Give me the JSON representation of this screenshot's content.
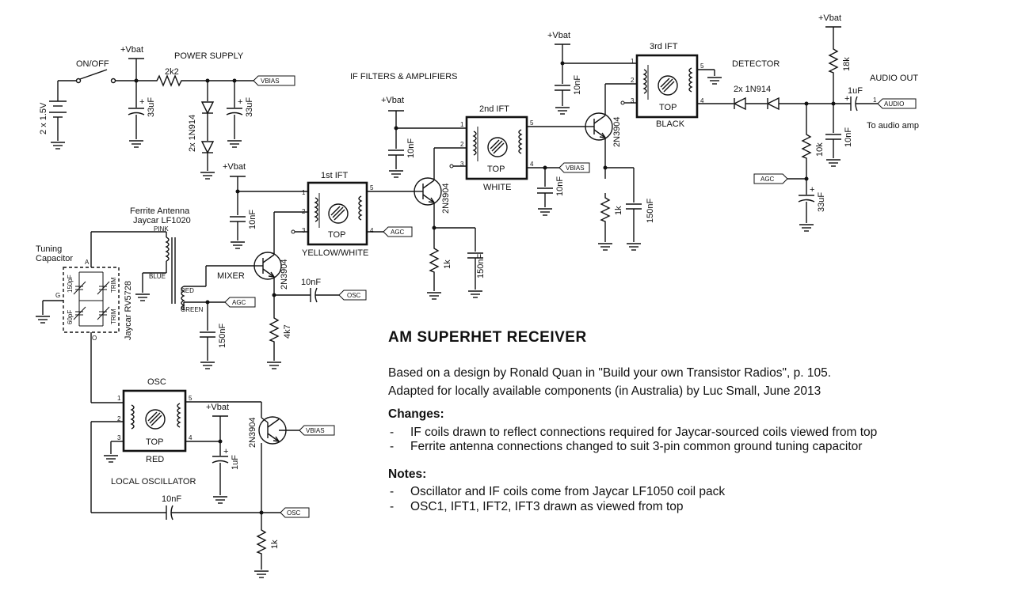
{
  "title": "AM SUPERHET RECEIVER",
  "credit_lines": [
    "Based on a design by Ronald Quan in \"Build your own Transistor Radios\", p. 105.",
    "Adapted for locally available components (in Australia) by Luc Small, June 2013"
  ],
  "changes": {
    "heading": "Changes:",
    "items": [
      "IF coils drawn to reflect connections required for Jaycar-sourced coils viewed from top",
      "Ferrite antenna connections changed to suit 3-pin common ground tuning capacitor"
    ]
  },
  "notes": {
    "heading": "Notes:",
    "items": [
      "Oscillator and IF coils come from Jaycar LF1050 coil pack",
      "OSC1, IFT1, IFT2, IFT3 drawn as viewed from top"
    ]
  },
  "bullet": "-",
  "section_labels": {
    "power_supply": "POWER SUPPLY",
    "if_filters": "IF FILTERS & AMPLIFIERS",
    "detector": "DETECTOR",
    "audio_out": "AUDIO OUT",
    "to_audio_amp": "To audio amp",
    "mixer": "MIXER",
    "local_oscillator": "LOCAL OSCILLATOR",
    "on_off": "ON/OFF",
    "tuning_capacitor_1": "Tuning",
    "tuning_capacitor_2": "Capacitor",
    "ferrite_1": "Ferrite Antenna",
    "ferrite_2": "Jaycar LF1020",
    "jaycar_cap": "Jaycar RV5728"
  },
  "rails": {
    "vbat": "+Vbat"
  },
  "net_flags": {
    "vbias": "VBIAS",
    "agc": "AGC",
    "osc": "OSC",
    "audio": "AUDIO"
  },
  "coils": {
    "ift1": {
      "name": "1st IFT",
      "color": "YELLOW/WHITE",
      "top": "TOP"
    },
    "ift2": {
      "name": "2nd IFT",
      "color": "WHITE",
      "top": "TOP"
    },
    "ift3": {
      "name": "3rd IFT",
      "color": "BLACK",
      "top": "TOP"
    },
    "osc": {
      "name": "OSC",
      "color": "RED",
      "top": "TOP"
    }
  },
  "pins": {
    "p1": "1",
    "p2": "2",
    "p3": "3",
    "p4": "4",
    "p5": "5"
  },
  "components": {
    "battery": "2 x 1.5V",
    "r_2k2": "2k2",
    "c_33uf": "33uF",
    "diodes_1n914": "2x 1N914",
    "transistor": "2N3904",
    "c_10nf": "10nF",
    "c_150nf": "150nF",
    "r_1k": "1k",
    "r_4k7": "4k7",
    "r_18k": "18k",
    "r_10k": "10k",
    "c_1uf": "1uF",
    "plus": "+"
  },
  "antenna_pins": {
    "pink": "PINK",
    "blue": "BLUE",
    "red": "RED",
    "green": "GREEN"
  },
  "tuning_cap_pins": {
    "a": "A",
    "g": "G",
    "o": "O",
    "c150": "150pF",
    "c60": "60pF",
    "trim": "TRIM"
  }
}
